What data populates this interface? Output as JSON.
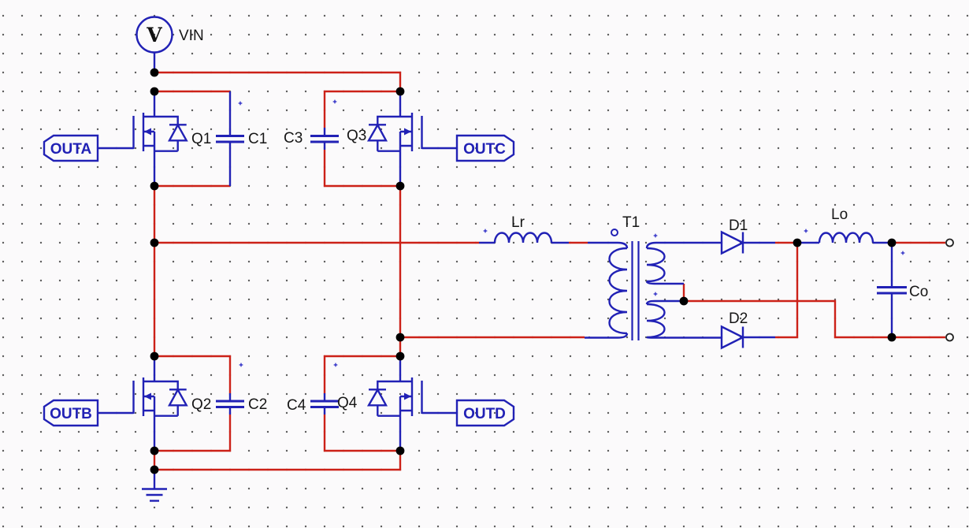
{
  "labels": {
    "vin": "VIN",
    "v_symbol": "V",
    "q1": "Q1",
    "q2": "Q2",
    "q3": "Q3",
    "q4": "Q4",
    "c1": "C1",
    "c2": "C2",
    "c3": "C3",
    "c4": "C4",
    "lr": "Lr",
    "t1": "T1",
    "d1": "D1",
    "d2": "D2",
    "lo": "Lo",
    "co": "Co"
  },
  "ports": {
    "outa": "OUTA",
    "outb": "OUTB",
    "outc": "OUTC",
    "outd": "OUTD"
  },
  "colors": {
    "wire_red": "#cc2118",
    "symbol_blue": "#2121b5",
    "label_black": "#161616",
    "junction_black": "#000000",
    "grid_dot": "#5c5c5c",
    "background": "#fbfafb"
  }
}
